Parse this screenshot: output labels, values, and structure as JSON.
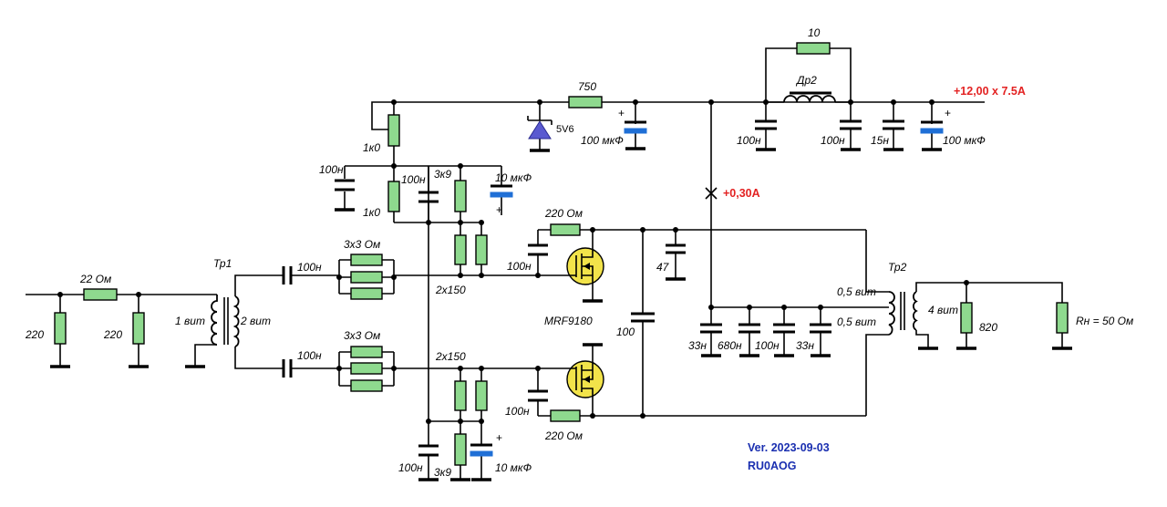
{
  "power": {
    "supply": "+12,00 x 7.5A",
    "drain_current": "+0,30A"
  },
  "labels": {
    "r_in_series": "22 Ом",
    "r_in_left": "220",
    "r_in_right": "220",
    "tr1": "Тр1",
    "tr1_primary": "1 вит",
    "tr1_secondary": "2 вит",
    "c_couple_top": "100н",
    "c_couple_bot": "100н",
    "r_gate_top": "3x3 Ом",
    "r_gate_bot": "3x3 Ом",
    "r_bias_top": "2x150",
    "r_bias_bot": "2x150",
    "r_1k_top": "1к0",
    "r_1k_mid": "1к0",
    "c_100n_left": "100н",
    "c_100n_bias": "100н",
    "r_3k9_top": "3к9",
    "c_10u_top": "10 мкФ",
    "zener": "5V6",
    "r_750": "750",
    "c_100u_mid": "100 мкФ",
    "r_10": "10",
    "choke": "Др2",
    "c_100n_a": "100н",
    "c_100n_b": "100н",
    "c_15n": "15н",
    "c_100u_out": "100 мкФ",
    "r_fb_top": "220 Ом",
    "c_fb_top": "100н",
    "c_47": "47",
    "transistor": "MRF9180",
    "c_100": "100",
    "c_33n_a": "33н",
    "c_680n": "680н",
    "c_100n_c": "100н",
    "c_33n_b": "33н",
    "tr2": "Тр2",
    "tr2_half_a": "0,5 вит",
    "tr2_half_b": "0,5 вит",
    "tr2_secondary": "4 вит",
    "r_820": "820",
    "r_load": "Rн = 50 Ом",
    "c_100n_bot": "100н",
    "r_3k9_bot": "3к9",
    "c_10u_bot": "10 мкФ",
    "c_fb_bot": "100н",
    "r_fb_bot": "220 Ом",
    "plus_sign": "+"
  },
  "version": {
    "line1": "Ver. 2023-09-03",
    "line2": "RU0AOG"
  },
  "colors": {
    "resistor": "#8ed98e",
    "electrolytic": "#1f6fd6",
    "mosfet": "#f2e34a",
    "annotation": "#e32222",
    "version": "#1a2fb0"
  }
}
